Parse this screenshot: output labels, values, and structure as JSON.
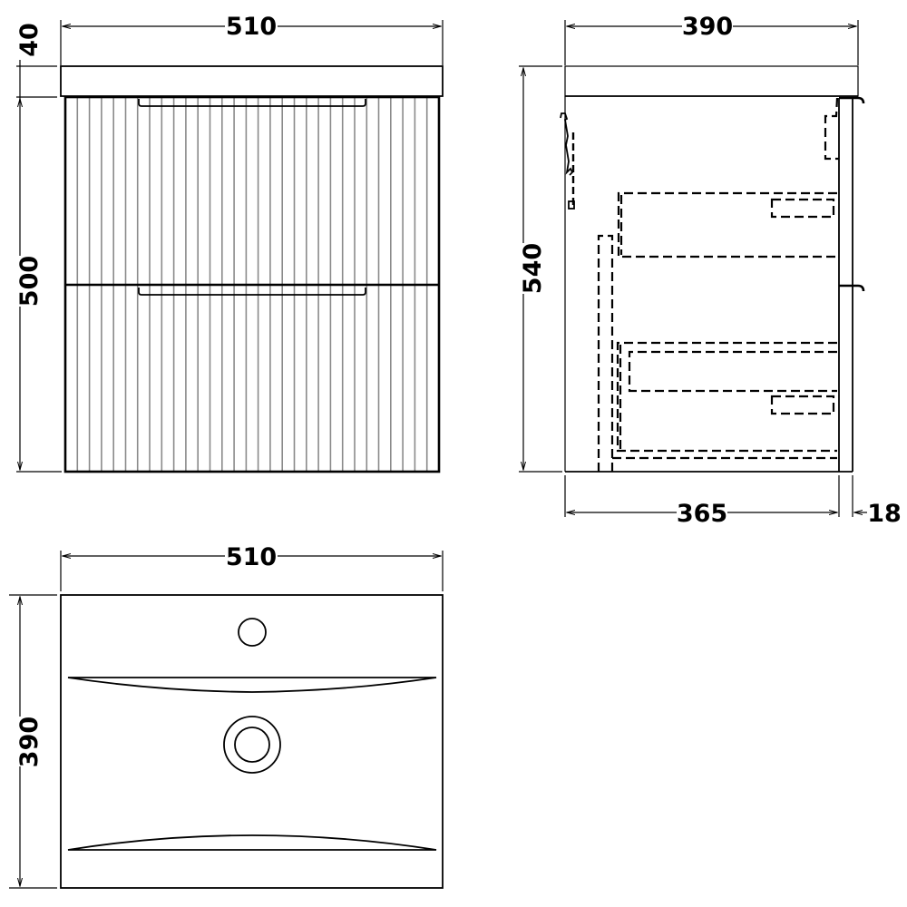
{
  "drawing": {
    "title": "Wall hung fluted 2-drawer vanity unit with basin - technical dimensions",
    "units": "mm",
    "colors": {
      "line": "#000000",
      "flute": "#8a8a8a",
      "background": "#ffffff"
    }
  },
  "front_view": {
    "width_label": "510",
    "basin_thickness_label": "40",
    "cabinet_height_label": "500",
    "drawers": 2,
    "flute_count": 31
  },
  "side_view": {
    "depth_label": "390",
    "total_height_label": "540",
    "cabinet_depth_label": "365",
    "door_thickness_label": "18"
  },
  "top_view": {
    "width_label": "510",
    "depth_label": "390",
    "features": [
      "tap-hole",
      "waste-outlet",
      "front-bowl-edge",
      "rear-bowl-edge"
    ]
  }
}
